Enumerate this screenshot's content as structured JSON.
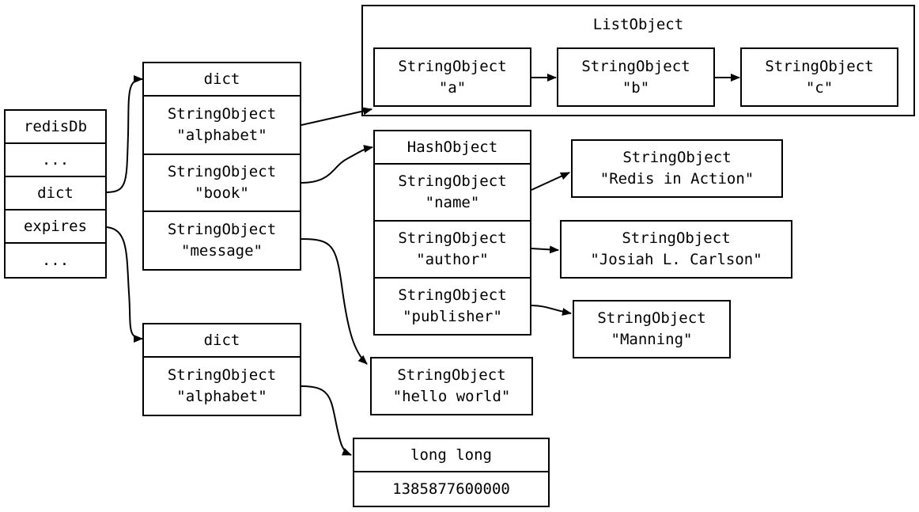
{
  "list_object": {
    "title": "ListObject",
    "items": [
      {
        "type": "StringObject",
        "value": "\"a\""
      },
      {
        "type": "StringObject",
        "value": "\"b\""
      },
      {
        "type": "StringObject",
        "value": "\"c\""
      }
    ]
  },
  "redis_db": {
    "title": "redisDb",
    "fields": [
      "...",
      "dict",
      "expires",
      "..."
    ]
  },
  "dict_main": {
    "title": "dict",
    "keys": [
      {
        "type": "StringObject",
        "value": "\"alphabet\""
      },
      {
        "type": "StringObject",
        "value": "\"book\""
      },
      {
        "type": "StringObject",
        "value": "\"message\""
      }
    ]
  },
  "hash_object": {
    "title": "HashObject",
    "fields": [
      {
        "type": "StringObject",
        "value": "\"name\""
      },
      {
        "type": "StringObject",
        "value": "\"author\""
      },
      {
        "type": "StringObject",
        "value": "\"publisher\""
      }
    ]
  },
  "hash_values": [
    {
      "type": "StringObject",
      "value": "\"Redis in Action\""
    },
    {
      "type": "StringObject",
      "value": "\"Josiah L. Carlson\""
    },
    {
      "type": "StringObject",
      "value": "\"Manning\""
    }
  ],
  "message_value": {
    "type": "StringObject",
    "value": "\"hello world\""
  },
  "dict_expires": {
    "title": "dict",
    "keys": [
      {
        "type": "StringObject",
        "value": "\"alphabet\""
      }
    ]
  },
  "expire_value": {
    "type": "long long",
    "value": "1385877600000"
  }
}
